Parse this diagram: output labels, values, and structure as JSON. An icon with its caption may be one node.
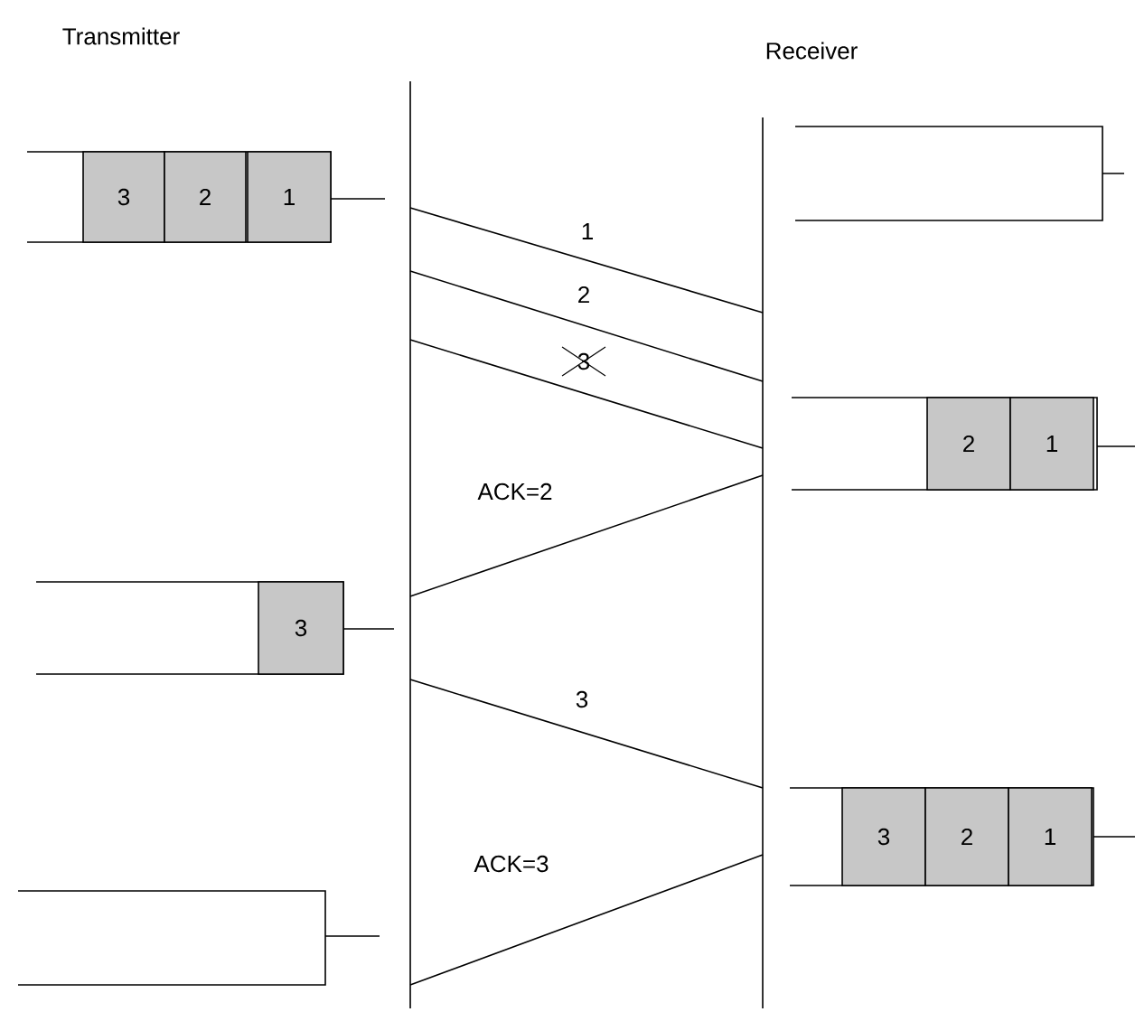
{
  "diagram": {
    "nodes": [
      {
        "text": [],
        "shape": "bar"
      },
      {
        "text": [],
        "shape": "bar"
      },
      {
        "text": [],
        "shape": "box"
      },
      {
        "text": [
          "3"
        ],
        "in": 2
      },
      {
        "text": [
          "2"
        ],
        "in": 2
      },
      {
        "text": [
          "1"
        ],
        "in": 2
      },
      {
        "text": [],
        "shape": "box"
      },
      {
        "text": [],
        "shape": "box"
      },
      {
        "text": [
          "2"
        ],
        "in": 7
      },
      {
        "text": [
          "1"
        ],
        "in": 7
      },
      {
        "text": [],
        "shape": "box"
      },
      {
        "text": [
          "3"
        ],
        "in": 10
      },
      {
        "text": [],
        "shape": "box"
      },
      {
        "text": [
          "3"
        ],
        "in": 12
      },
      {
        "text": [
          "2"
        ],
        "in": 12
      },
      {
        "text": [
          "1"
        ],
        "in": 12
      },
      {
        "text": [],
        "shape": "box"
      }
    ],
    "edges": [
      {
        "from": 0,
        "to": 1,
        "arrow": "none",
        "label": "1"
      },
      {
        "from": 0,
        "to": 1,
        "arrow": "none",
        "label": "2"
      },
      {
        "from": 0,
        "to": 1,
        "arrow": "none",
        "label": "3"
      },
      {
        "from": 1,
        "to": 0,
        "arrow": "none",
        "label": "ACK=2"
      },
      {
        "from": 0,
        "to": 1,
        "arrow": "none",
        "label": "3"
      },
      {
        "from": 1,
        "to": 0,
        "arrow": "none",
        "label": "ACK=3"
      }
    ],
    "labels": [
      "Transmitter",
      "Receiver"
    ]
  }
}
